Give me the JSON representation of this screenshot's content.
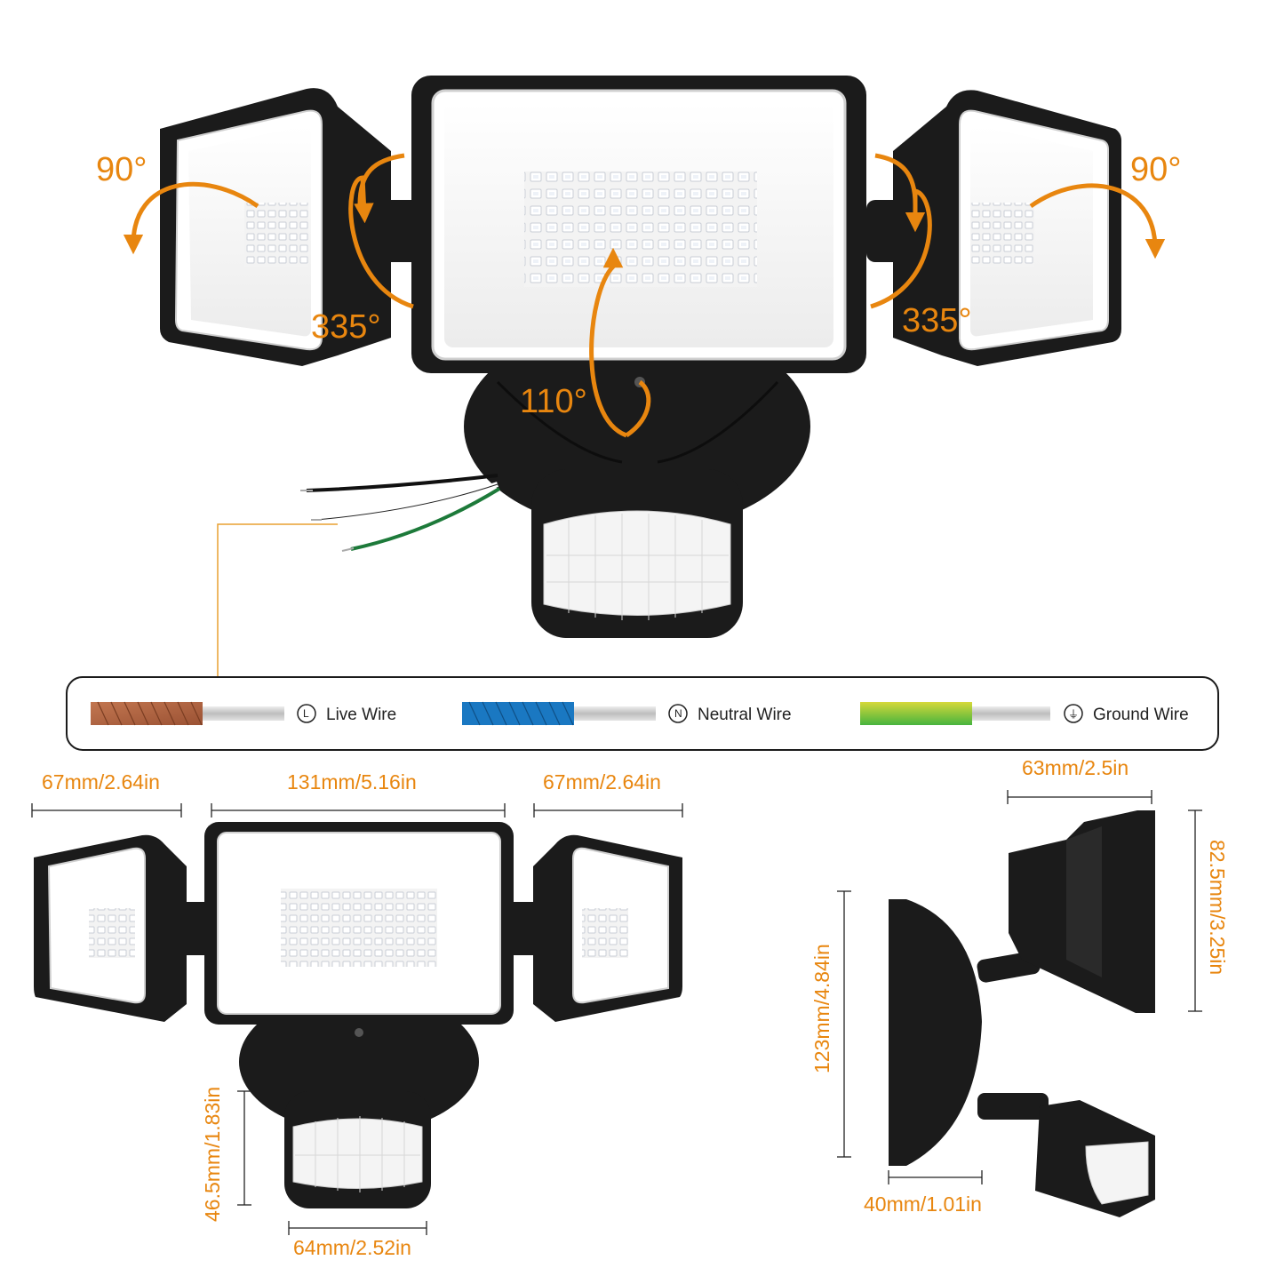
{
  "rotation": {
    "left_tilt": "90°",
    "right_tilt": "90°",
    "left_swivel": "335°",
    "right_swivel": "335°",
    "center_tilt": "110°"
  },
  "wires": [
    {
      "symbol": "L",
      "label": "Live Wire",
      "color": "#b8663f"
    },
    {
      "symbol": "N",
      "label": "Neutral Wire",
      "color": "#1a78c2"
    },
    {
      "symbol": "⏚",
      "label": "Ground Wire",
      "color": "#7cc43a"
    }
  ],
  "dimensions": {
    "side_left_width": "67mm/2.64in",
    "center_width": "131mm/5.16in",
    "side_right_width": "67mm/2.64in",
    "sensor_height": "46.5mm/1.83in",
    "sensor_width": "64mm/2.52in",
    "profile_depth": "63mm/2.5in",
    "profile_head_height": "82.5mm/3.25in",
    "profile_total_height": "123mm/4.84in",
    "base_depth": "40mm/1.01in"
  },
  "colors": {
    "accent": "#e8860f",
    "housing": "#1b1b1b"
  }
}
